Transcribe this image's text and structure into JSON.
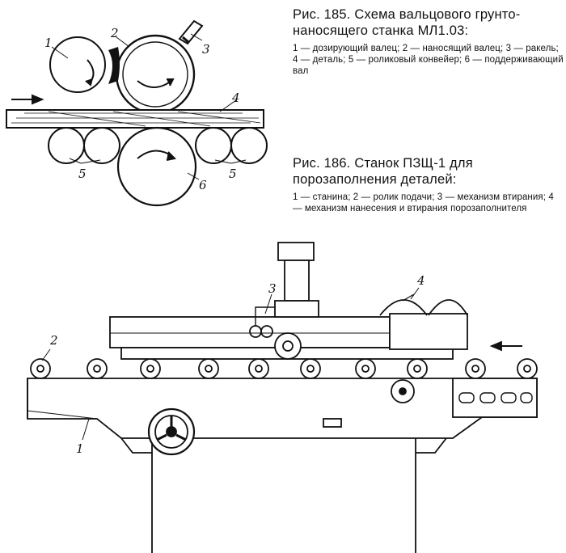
{
  "fig185": {
    "title": "Рис. 185. Схема вальцового грунто-наносящего станка МЛ1.03:",
    "legend": "1 — дозирующий валец; 2 — наносящий валец; 3 — ракель; 4 — деталь; 5 — роликовый конвейер; 6 — поддерживающий вал",
    "labels": {
      "l1": "1",
      "l2": "2",
      "l3": "3",
      "l4": "4",
      "l5a": "5",
      "l5b": "5",
      "l6": "6"
    }
  },
  "fig186": {
    "title": "Рис. 186. Станок ПЗЩ-1 для порозаполнения деталей:",
    "legend": "1 — станина; 2 — ролик подачи; 3 — механизм втирания; 4 — механизм нанесения и втирания порозаполнителя",
    "labels": {
      "l1": "1",
      "l2": "2",
      "l3": "3",
      "l4": "4"
    }
  }
}
